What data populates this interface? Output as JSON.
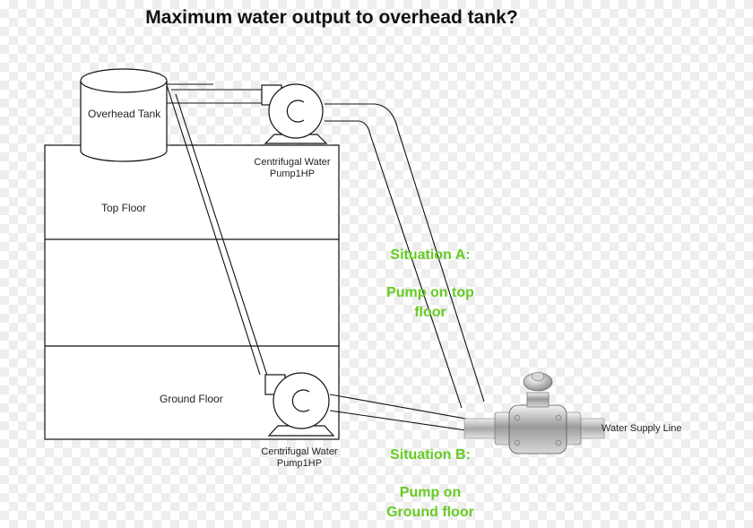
{
  "title": "Maximum water output to overhead tank?",
  "tank_label": "Overhead Tank",
  "floors": {
    "top": "Top Floor",
    "ground": "Ground Floor"
  },
  "pumps": {
    "top": {
      "line1": "Centrifugal Water",
      "line2": "Pump1HP"
    },
    "ground": {
      "line1": "Centrifugal Water",
      "line2": "Pump1HP"
    }
  },
  "supply_label": "Water Supply Line",
  "situation_a": {
    "heading": "Situation A:",
    "line1": "Pump on top",
    "line2": "floor"
  },
  "situation_b": {
    "heading": "Situation B:",
    "line1": "Pump on",
    "line2": "Ground floor"
  },
  "colors": {
    "accent_green": "#66cc22",
    "outline": "#111111"
  }
}
